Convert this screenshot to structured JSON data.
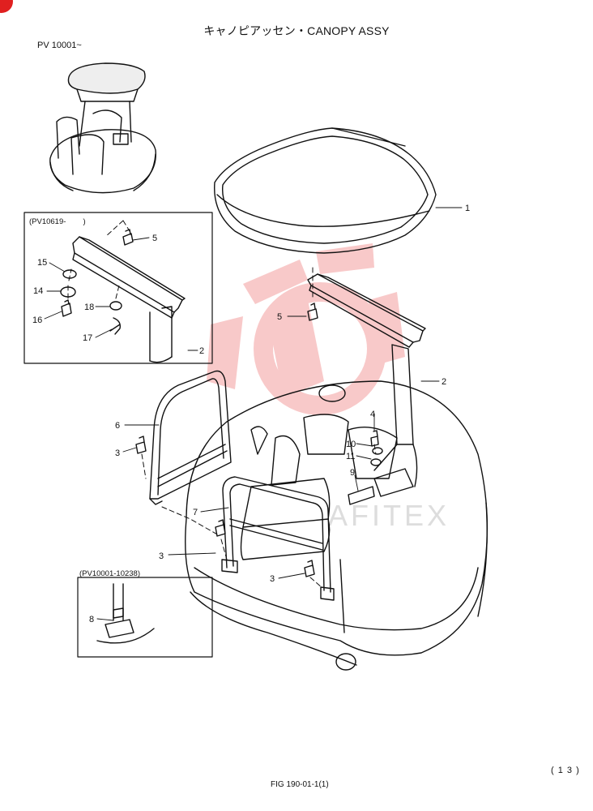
{
  "header": {
    "title": "キャノピアッセン・CANOPY ASSY",
    "serial_range": "PV 10001~"
  },
  "insets": {
    "upper": {
      "title": "(PV10619-        )"
    },
    "lower": {
      "title": "(PV10001-10238)"
    }
  },
  "callouts": {
    "c1": "1",
    "c2a": "2",
    "c2b": "2",
    "c3a": "3",
    "c3b": "3",
    "c3c": "3",
    "c4": "4",
    "c5a": "5",
    "c5b": "5",
    "c6": "6",
    "c7": "7",
    "c8": "8",
    "c9": "9",
    "c10": "10",
    "c11": "11",
    "c14": "14",
    "c15": "15",
    "c16": "16",
    "c17": "17",
    "c18": "18"
  },
  "watermark": {
    "text": "AFITEX"
  },
  "footer": {
    "page": "( 1 3 )",
    "figure": "FIG 190-01-1(1)"
  },
  "colors": {
    "line": "#111111",
    "watermark": "#e84040"
  }
}
